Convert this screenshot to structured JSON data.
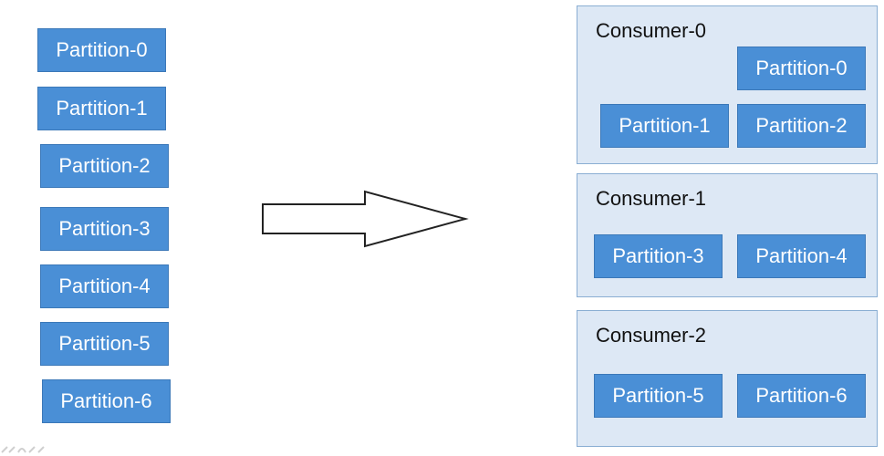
{
  "source_partitions": [
    {
      "label": "Partition-0"
    },
    {
      "label": "Partition-1"
    },
    {
      "label": "Partition-2"
    },
    {
      "label": "Partition-3"
    },
    {
      "label": "Partition-4"
    },
    {
      "label": "Partition-5"
    },
    {
      "label": "Partition-6"
    }
  ],
  "consumers": [
    {
      "title": "Consumer-0",
      "partitions": [
        "Partition-0",
        "Partition-1",
        "Partition-2"
      ]
    },
    {
      "title": "Consumer-1",
      "partitions": [
        "Partition-3",
        "Partition-4"
      ]
    },
    {
      "title": "Consumer-2",
      "partitions": [
        "Partition-5",
        "Partition-6"
      ]
    }
  ],
  "colors": {
    "partition_fill": "#4a8fd6",
    "consumer_fill": "#dde8f5",
    "consumer_border": "#8aaed3"
  },
  "icons": {
    "assignment_arrow": "right-arrow-icon"
  }
}
